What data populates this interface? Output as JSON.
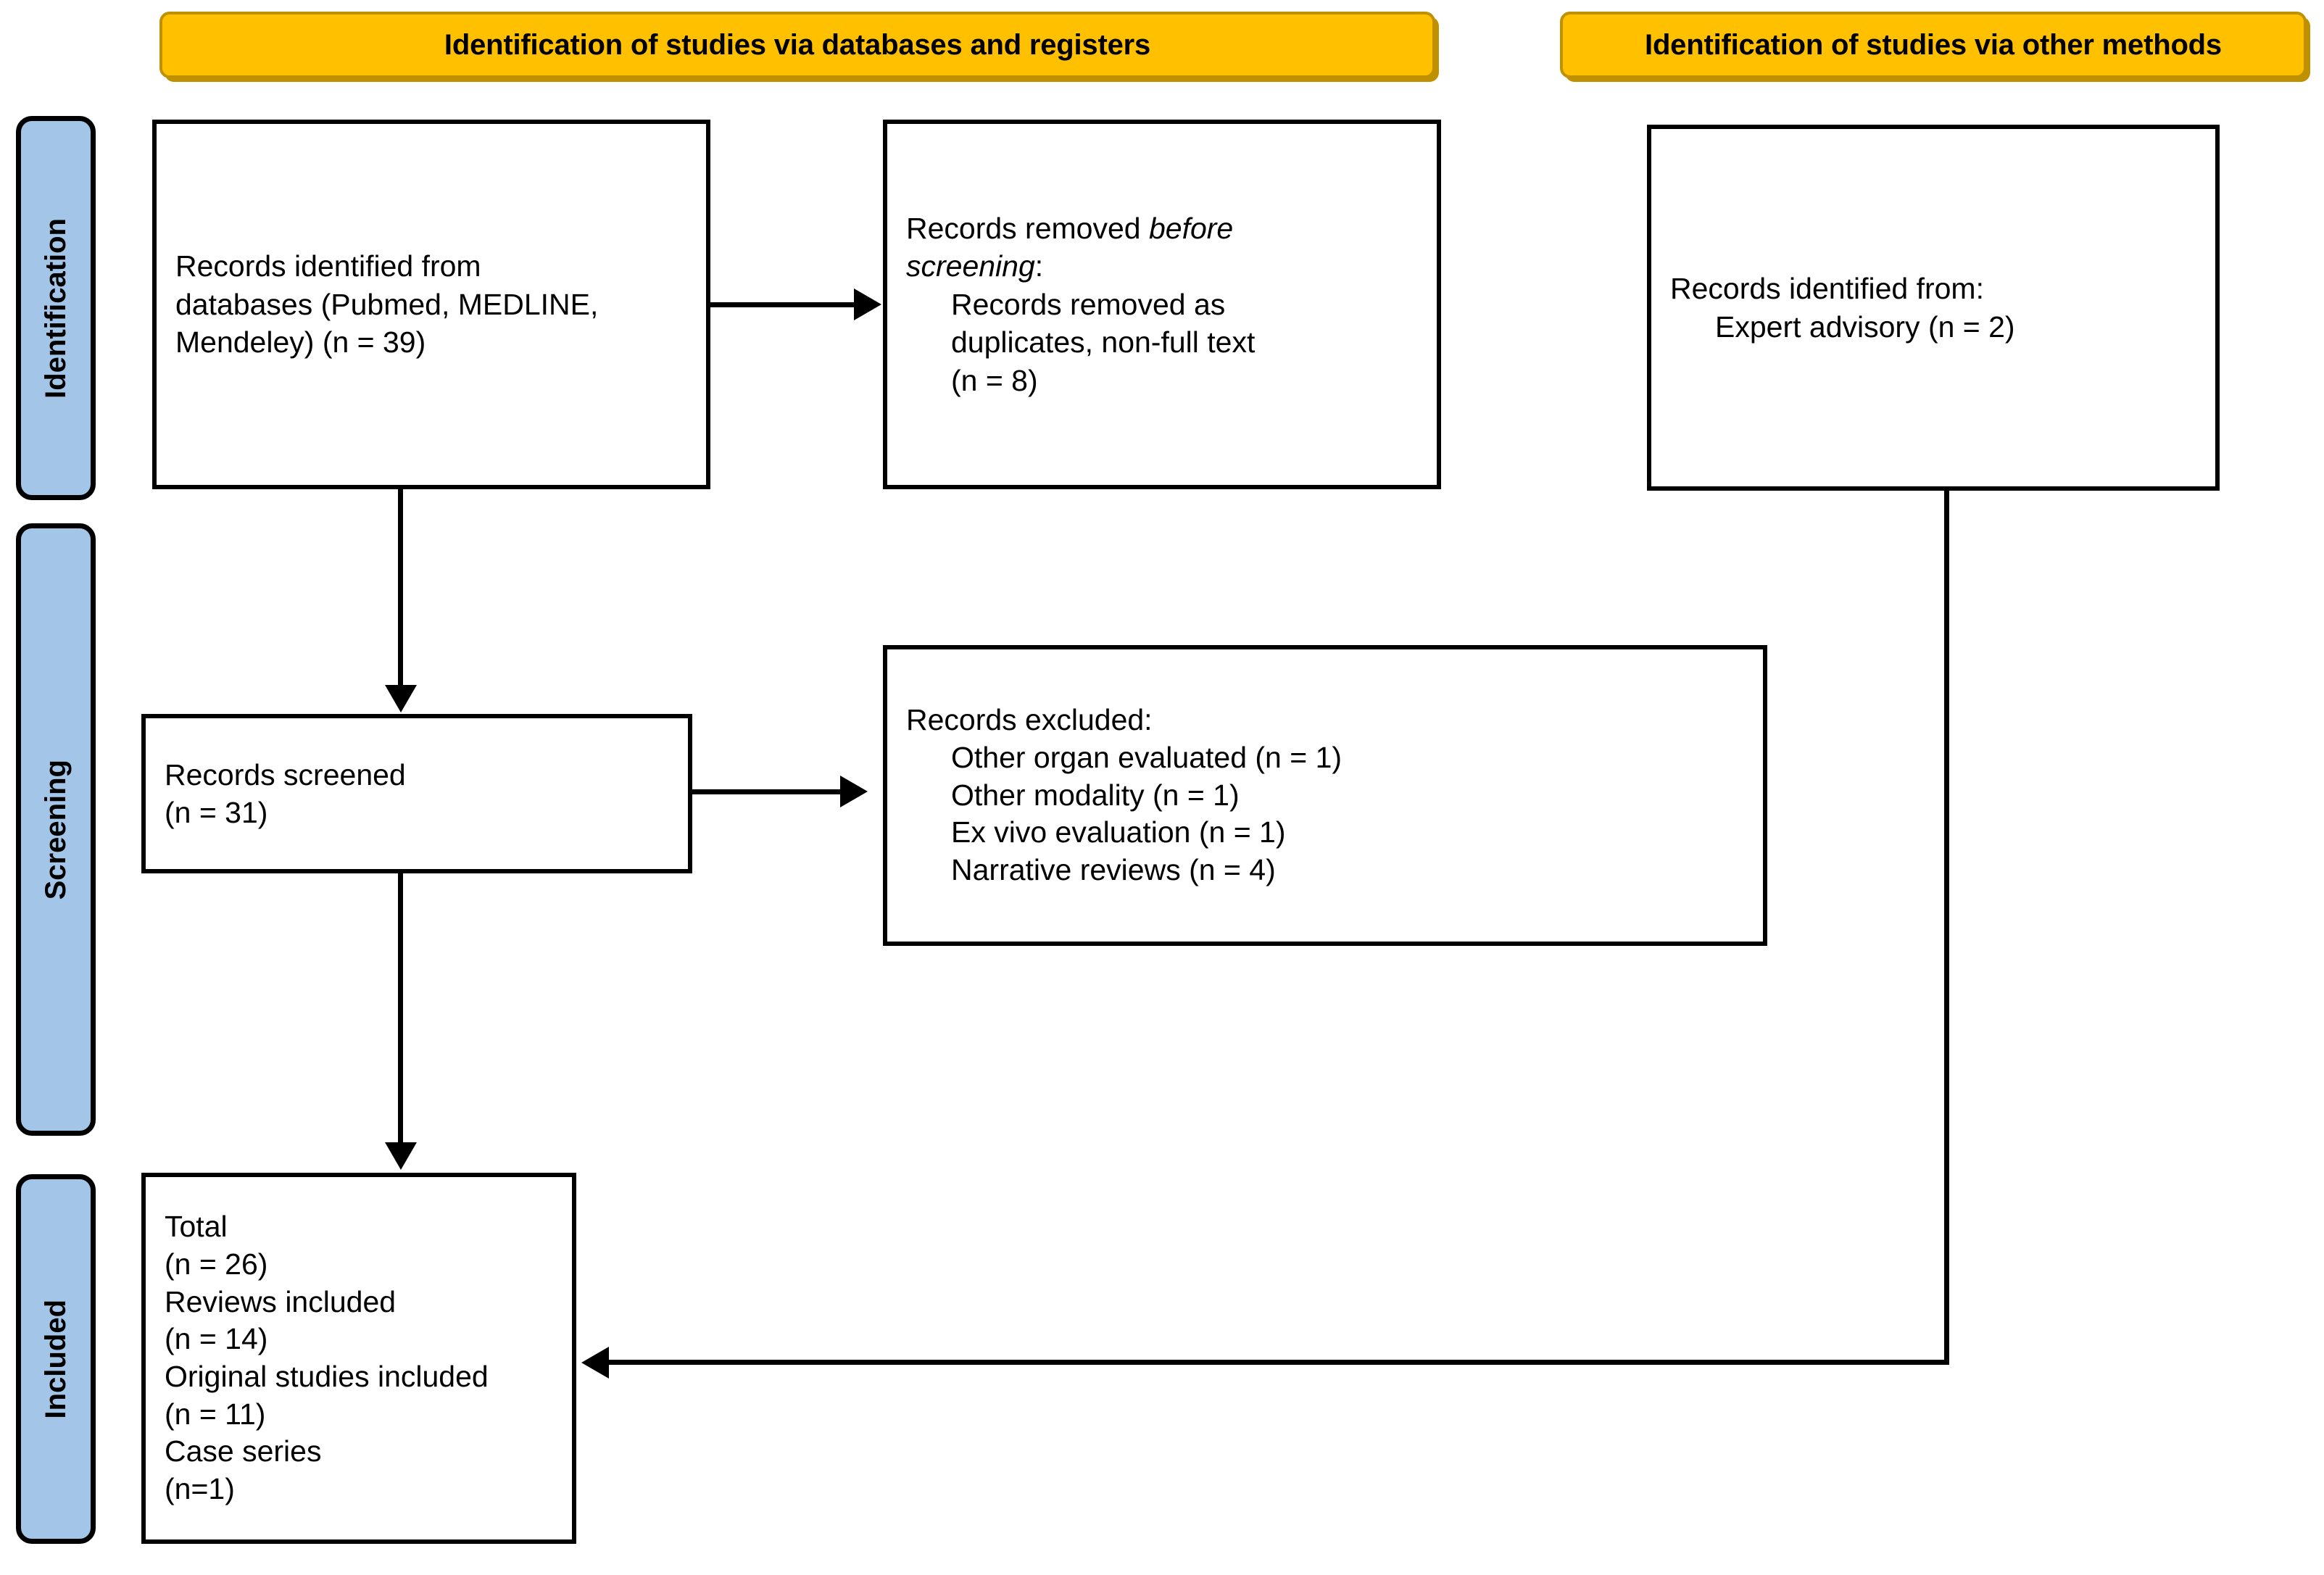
{
  "diagram": {
    "title": "PRISMA 2020 flow diagram",
    "colors": {
      "banner_fill": "#FFC000",
      "banner_border": "#BF9000",
      "rail_fill": "#A3C6E8",
      "line": "#000000",
      "box_fill": "#FFFFFF"
    }
  },
  "banners": {
    "databases": "Identification of studies via databases and registers",
    "other_methods": "Identification of studies via other methods"
  },
  "rails": {
    "identification": "Identification",
    "screening": "Screening",
    "included": "Included"
  },
  "boxes": {
    "records_identified_db": {
      "lines": [
        "Records identified from",
        "databases (Pubmed, MEDLINE,",
        "Mendeley) (n = 39)"
      ]
    },
    "records_removed_before_screening": {
      "lines": [
        {
          "text": "Records removed ",
          "italic_tail": "before"
        },
        {
          "text": "screening",
          "italic_lead": true,
          "tail": ":"
        },
        {
          "text": "Records removed as",
          "indent": true
        },
        {
          "text": "duplicates, non-full text",
          "indent": true
        },
        {
          "text": "(n = 8)",
          "indent": true
        }
      ]
    },
    "records_identified_other": {
      "lines": [
        "Records identified from:",
        "Expert advisory (n = 2)"
      ]
    },
    "records_screened": {
      "lines": [
        "Records screened",
        "(n = 31)"
      ]
    },
    "records_excluded": {
      "heading": "Records excluded:",
      "reasons": [
        "Other organ evaluated (n = 1)",
        "Other modality (n = 1)",
        "Ex vivo evaluation (n = 1)",
        "Narrative reviews (n = 4)"
      ]
    },
    "included_total": {
      "lines": [
        "Total",
        "(n = 26)",
        "Reviews included",
        "(n = 14)",
        "Original studies included",
        "(n = 11)",
        "Case series",
        "(n=1)"
      ]
    }
  },
  "counts": {
    "identified_databases": 39,
    "removed_before_screening": 8,
    "identified_other_methods": 2,
    "screened": 31,
    "excluded_other_organ": 1,
    "excluded_other_modality": 1,
    "excluded_ex_vivo": 1,
    "excluded_narrative_reviews": 4,
    "total_included": 26,
    "reviews_included": 14,
    "original_studies_included": 11,
    "case_series": 1
  }
}
